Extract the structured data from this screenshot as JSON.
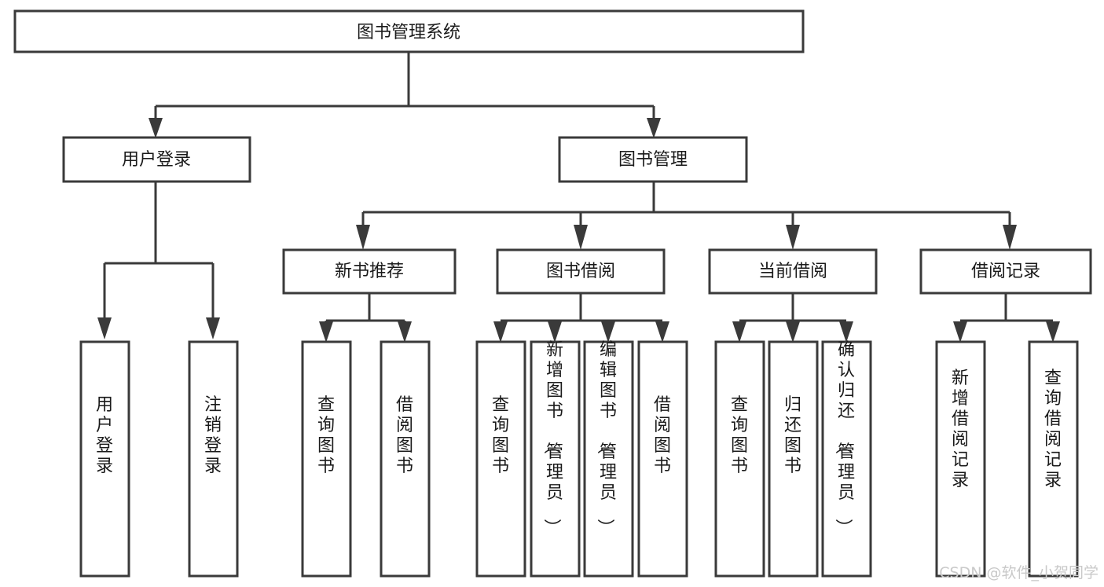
{
  "diagram": {
    "type": "tree-hierarchy",
    "title": "图书管理系统",
    "orientation": "top-down",
    "colors": {
      "stroke": "#3a3a3a",
      "fill": "#ffffff",
      "text": "#1a1a1a",
      "watermark": "#c9c9c9",
      "background": "#ffffff"
    },
    "levels": {
      "level1": [
        "图书管理系统"
      ],
      "level2": [
        "用户登录",
        "图书管理"
      ],
      "level3": [
        "新书推荐",
        "图书借阅",
        "当前借阅",
        "借阅记录"
      ],
      "level4": [
        "用户登录",
        "注销登录",
        "查询图书",
        "借阅图书",
        "查询图书",
        "新增图书（管理员）",
        "编辑图书（管理员）",
        "借阅图书",
        "查询图书",
        "归还图书",
        "确认归还（管理员）",
        "新增借阅记录",
        "查询借阅记录"
      ]
    },
    "root": {
      "id": "root",
      "label": "图书管理系统"
    },
    "branches": [
      {
        "id": "user-login",
        "label": "用户登录",
        "children": [
          {
            "id": "user-login-leaf",
            "label": "用户登录"
          },
          {
            "id": "logout-leaf",
            "label": "注销登录"
          }
        ]
      },
      {
        "id": "book-management",
        "label": "图书管理",
        "children": [
          {
            "id": "new-book-recommend",
            "label": "新书推荐",
            "children": [
              {
                "id": "nbr-query-book",
                "label": "查询图书"
              },
              {
                "id": "nbr-borrow-book",
                "label": "借阅图书"
              }
            ]
          },
          {
            "id": "book-borrow",
            "label": "图书借阅",
            "children": [
              {
                "id": "bb-query-book",
                "label": "查询图书"
              },
              {
                "id": "bb-add-book",
                "label": "新增图书（管理员）"
              },
              {
                "id": "bb-edit-book",
                "label": "编辑图书（管理员）"
              },
              {
                "id": "bb-borrow-book",
                "label": "借阅图书"
              }
            ]
          },
          {
            "id": "current-borrow",
            "label": "当前借阅",
            "children": [
              {
                "id": "cb-query-book",
                "label": "查询图书"
              },
              {
                "id": "cb-return-book",
                "label": "归还图书"
              },
              {
                "id": "cb-confirm-return",
                "label": "确认归还（管理员）"
              }
            ]
          },
          {
            "id": "borrow-record",
            "label": "借阅记录",
            "children": [
              {
                "id": "br-add-record",
                "label": "新增借阅记录"
              },
              {
                "id": "br-query-record",
                "label": "查询借阅记录"
              }
            ]
          }
        ]
      }
    ]
  },
  "watermark": {
    "text": "CSDN @软件_小贺同学"
  }
}
